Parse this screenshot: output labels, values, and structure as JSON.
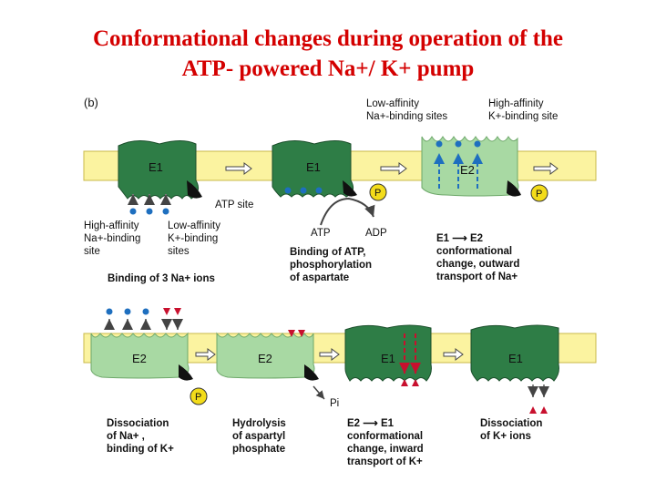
{
  "title": {
    "line1": "Conformational changes during operation of the",
    "line2": "ATP- powered Na+/ K+ pump"
  },
  "panel_label": "(b)",
  "row1": {
    "step1": {
      "state": "E1",
      "site_label": "ATP site",
      "left_note": [
        "High-affinity",
        "Na+-binding",
        "site"
      ],
      "right_note": [
        "Low-affinity",
        "K+-binding",
        "sites"
      ],
      "caption": [
        "Binding of 3 Na+ ions"
      ]
    },
    "step2": {
      "state": "E1",
      "phosphate": "P",
      "atp": "ATP",
      "adp": "ADP",
      "caption": [
        "Binding of ATP,",
        "phosphorylation",
        "of aspartate"
      ]
    },
    "step3": {
      "state": "E2",
      "phosphate": "P",
      "top_left_note": [
        "Low-affinity",
        "Na+-binding sites"
      ],
      "top_right_note": [
        "High-affinity",
        "K+-binding site"
      ],
      "caption": [
        "E1 ⟶ E2",
        "conformational",
        "change, outward",
        "transport of Na+"
      ]
    }
  },
  "row2": {
    "step4": {
      "state": "E2",
      "phosphate": "P",
      "caption": [
        "Dissociation",
        "of Na+ ,",
        "binding of K+"
      ]
    },
    "step5": {
      "state": "E2",
      "pi": "Pi",
      "caption": [
        "Hydrolysis",
        "of aspartyl",
        "phosphate"
      ]
    },
    "step6": {
      "state": "E1",
      "caption": [
        "E2 ⟶ E1",
        "conformational",
        "change, inward",
        "transport of K+"
      ]
    },
    "step7": {
      "state": "E1",
      "caption": [
        "Dissociation",
        "of K+ ions"
      ]
    }
  },
  "colors": {
    "title": "#d40000",
    "membrane": "#fbf3a0",
    "membrane_edge": "#c8b84a",
    "e1_fill": "#2e7d46",
    "e2_fill": "#a8d9a3",
    "sodium": "#1e6fbf",
    "potassium": "#c8102e",
    "phosphate": "#f3dc1a"
  }
}
